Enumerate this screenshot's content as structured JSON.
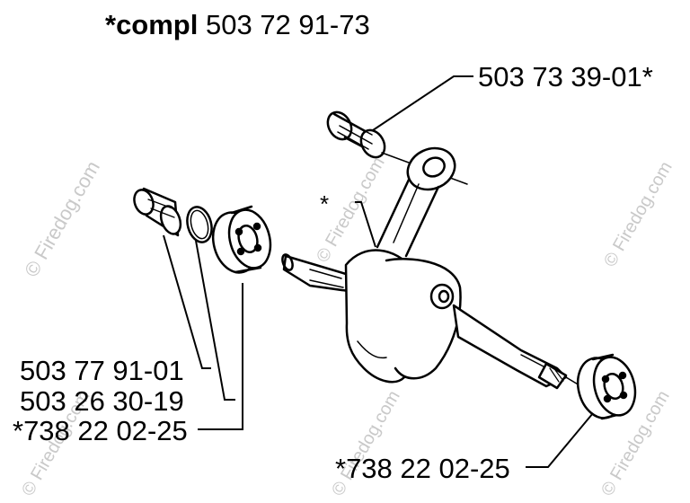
{
  "title": {
    "prefix": "*compl",
    "number": "503 72 91-73"
  },
  "star_marker": "*",
  "parts": {
    "needle_bearing": "503 73 39-01*",
    "spacer_sleeve": "503 77 91-01",
    "o_ring": "503 26 30-19",
    "ball_bearing_left": "*738 22 02-25",
    "ball_bearing_right": "*738 22 02-25"
  },
  "watermark": "© Firedog.com"
}
